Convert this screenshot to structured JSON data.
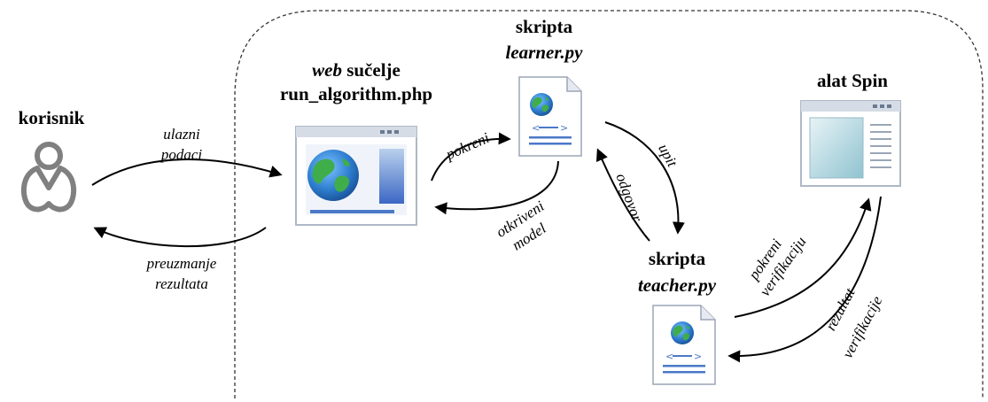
{
  "nodes": {
    "user": {
      "title": "korisnik",
      "icon": "user-icon"
    },
    "web": {
      "title_italic": "web",
      "title_rest": " sučelje",
      "subtitle": "run_algorithm.php",
      "icon": "browser-window-icon"
    },
    "learner": {
      "title": "skripta",
      "subtitle": "learner.py",
      "icon": "script-document-icon"
    },
    "teacher": {
      "title": "skripta",
      "subtitle": "teacher.py",
      "icon": "script-document-icon"
    },
    "spin": {
      "title": "alat Spin",
      "icon": "application-window-icon"
    }
  },
  "edges": {
    "input": {
      "line1": "ulazni",
      "line2": "podaci"
    },
    "download": {
      "line1": "preuzmanje",
      "line2": "rezultata"
    },
    "run": {
      "line1": "pokreni"
    },
    "model": {
      "line1": "otkriveni",
      "line2": "model"
    },
    "query": {
      "line1": "upit"
    },
    "answer": {
      "line1": "odgovor"
    },
    "start_verify": {
      "line1": "pokreni",
      "line2": "verifikaciju"
    },
    "verify_result": {
      "line1": "rezultat",
      "line2": "verifikacije"
    }
  },
  "colors": {
    "arrow": "#000000",
    "boundary": "#333333",
    "window_frame": "#aeb8c6",
    "globe_ocean": "#2f7fd0",
    "globe_land": "#3fae4a",
    "user_icon": "#808080"
  }
}
